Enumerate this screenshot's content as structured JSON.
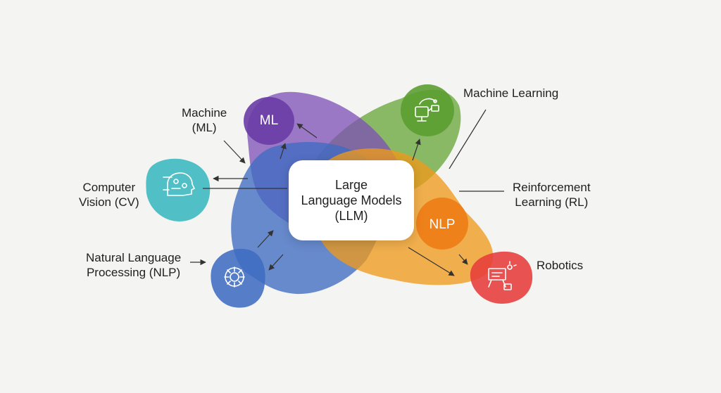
{
  "center": {
    "line1": "Large",
    "line2": "Language Models",
    "line3": "(LLM)"
  },
  "badges": {
    "ml": "ML",
    "nlp": "NLP"
  },
  "labels": {
    "machine": {
      "line1": "Machine",
      "line2": "(ML)"
    },
    "computer_vision": {
      "line1": "Computer",
      "line2": "Vision (CV)"
    },
    "nlp": {
      "line1": "Natural Language",
      "line2": "Processing (NLP)"
    },
    "machine_learning": "Machine Learning",
    "reinforcement": {
      "line1": "Reinforcement",
      "line2": "Learning (RL)"
    },
    "robotics": "Robotics"
  },
  "colors": {
    "background": "#f4f4f3",
    "purple": "#7d4fb5",
    "blue": "#3f6cc2",
    "green": "#6aa83c",
    "orange": "#ee9a1c",
    "teal": "#33b6bd",
    "red": "#e63c3a",
    "arrow": "#333333"
  },
  "icons": {
    "computer_vision": "circuit-head-icon",
    "machine_learning": "computer-network-icon",
    "nlp": "gear-flower-icon",
    "robotics": "presentation-robot-icon"
  }
}
